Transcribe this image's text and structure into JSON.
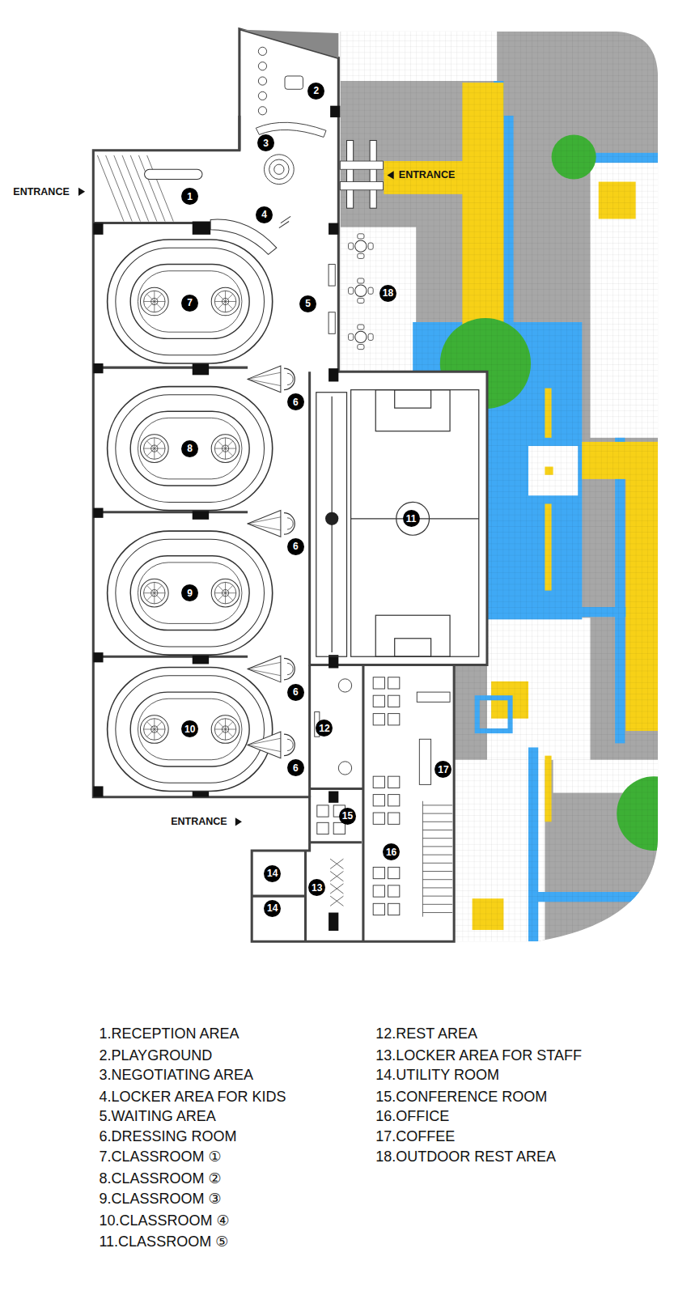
{
  "diagram": {
    "nodes": [
      {
        "text": [
          "1"
        ]
      },
      {
        "text": [
          "2"
        ]
      },
      {
        "text": [
          "3"
        ]
      },
      {
        "text": [
          "4"
        ]
      },
      {
        "text": [
          "5"
        ]
      },
      {
        "text": [
          "6"
        ]
      },
      {
        "text": [
          "6"
        ]
      },
      {
        "text": [
          "6"
        ]
      },
      {
        "text": [
          "6"
        ]
      },
      {
        "text": [
          "7"
        ]
      },
      {
        "text": [
          "8"
        ]
      },
      {
        "text": [
          "9"
        ]
      },
      {
        "text": [
          "10"
        ]
      },
      {
        "text": [
          "11"
        ]
      },
      {
        "text": [
          "12"
        ]
      },
      {
        "text": [
          "13"
        ]
      },
      {
        "text": [
          "14"
        ]
      },
      {
        "text": [
          "14"
        ]
      },
      {
        "text": [
          "15"
        ]
      },
      {
        "text": [
          "16"
        ]
      },
      {
        "text": [
          "17"
        ]
      },
      {
        "text": [
          "18"
        ]
      }
    ],
    "labels": [
      "ENTRANCE",
      "ENTRANCE",
      "ENTRANCE",
      "1.RECEPTION AREA",
      "2.PLAYGROUND",
      "3.NEGOTIATING AREA",
      "4.LOCKER AREA FOR KIDS",
      "5.WAITING AREA",
      "6.DRESSING ROOM",
      "7.CLASSROOM ①",
      "8.CLASSROOM ②",
      "9.CLASSROOM ③",
      "10.CLASSROOM ④",
      "11.CLASSROOM ⑤",
      "12.REST AREA",
      "13.LOCKER AREA FOR STAFF",
      "14.UTILITY ROOM",
      "15.CONFERENCE ROOM",
      "16.OFFICE",
      "17.COFFEE",
      "18.OUTDOOR REST AREA"
    ]
  }
}
